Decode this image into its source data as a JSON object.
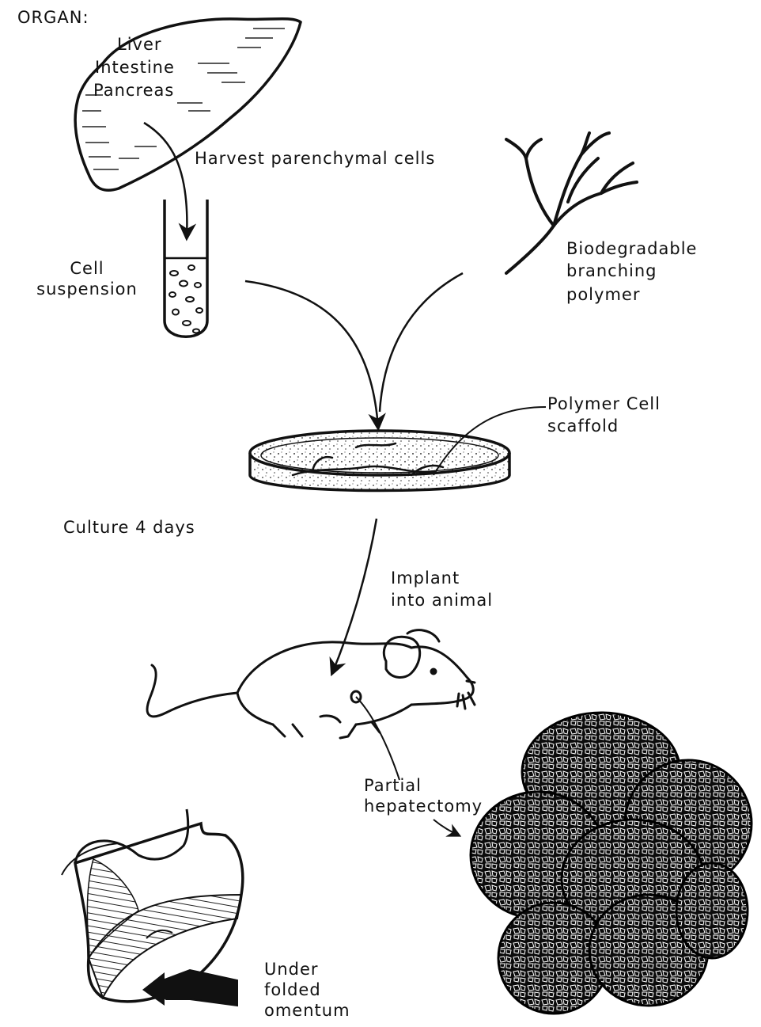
{
  "labels": {
    "organ_heading": "ORGAN:",
    "organs": [
      "Liver",
      "Intestine",
      "Pancreas"
    ],
    "harvest": "Harvest parenchymal cells",
    "cell_suspension": [
      "Cell",
      "suspension"
    ],
    "polymer": [
      "Biodegradable",
      "branching",
      "polymer"
    ],
    "scaffold": [
      "Polymer Cell",
      "scaffold"
    ],
    "culture": "Culture 4 days",
    "implant": [
      "Implant",
      "into animal"
    ],
    "hepatectomy": [
      "Partial",
      "hepatectomy"
    ],
    "omentum": [
      "Under",
      "folded",
      "omentum"
    ]
  },
  "colors": {
    "ink": "#111111",
    "paper": "#ffffff"
  }
}
